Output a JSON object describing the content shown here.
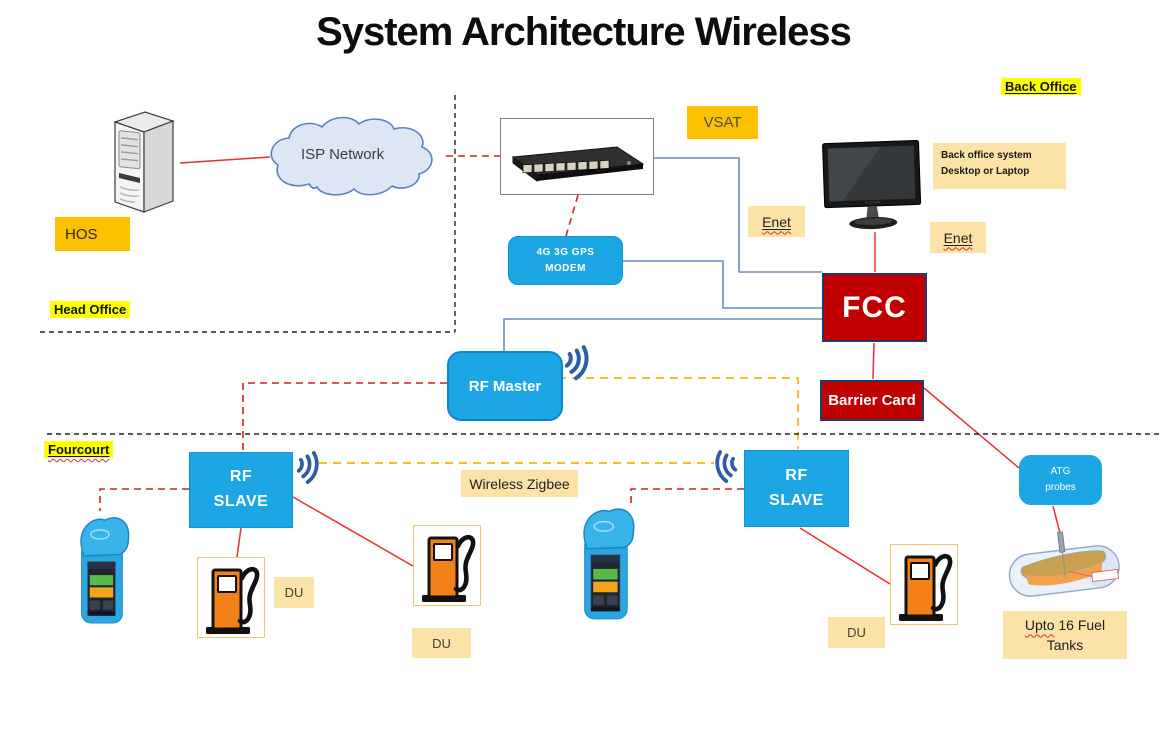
{
  "title": "System Architecture Wireless",
  "regions": {
    "head_office": "Head Office",
    "back_office": "Back Office",
    "fourcourt": "Fourcourt"
  },
  "labels": {
    "hos": "HOS",
    "isp_network": "ISP Network",
    "vsat": "VSAT",
    "enet": "Enet",
    "du": "DU",
    "wireless_zigbee": "Wireless Zigbee",
    "fcc": "FCC",
    "barrier_card": "Barrier Card",
    "rf_master": "RF Master",
    "modem": [
      "4G 3G GPS",
      "MODEM"
    ],
    "rf_slave": [
      "RF",
      "SLAVE"
    ],
    "atg_probes": [
      "ATG",
      "probes"
    ],
    "back_office_system": [
      "Back office system",
      "Desktop  or Laptop"
    ],
    "fuel_tanks_line1_a": "Upto",
    "fuel_tanks_line1_b": " 16 Fuel",
    "fuel_tanks_line2": "Tanks"
  },
  "colors": {
    "box_blue": "#1CA7E4",
    "box_red": "#C00000",
    "box_orange": "#FFC000",
    "box_cream": "#FBE2A6",
    "highlight_yellow": "#FFFF00",
    "line_blue": "#6B8CBE",
    "line_red": "#E53030",
    "line_red_dashed": "#CC2222",
    "line_yellow": "#F2B705",
    "line_black": "#222222",
    "wireless_icon_blue": "#2E5DA6"
  }
}
